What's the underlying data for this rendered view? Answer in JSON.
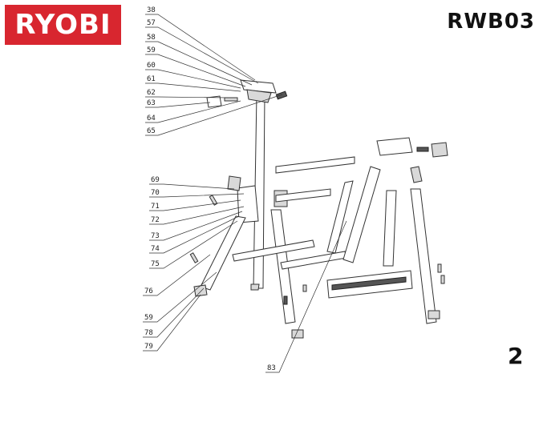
{
  "brand": {
    "logo_text": "RYOBI",
    "logo_color": "#d8262f"
  },
  "model": "RWB03",
  "page_number": "2",
  "callouts": [
    "38",
    "57",
    "58",
    "59",
    "60",
    "61",
    "62",
    "63",
    "64",
    "65",
    "69",
    "70",
    "71",
    "72",
    "73",
    "74",
    "75",
    "76",
    "59",
    "78",
    "79",
    "83"
  ]
}
